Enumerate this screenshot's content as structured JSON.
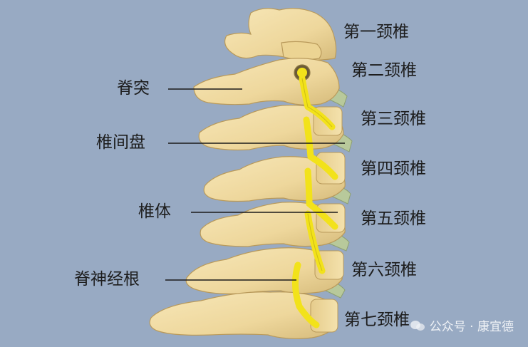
{
  "labels": {
    "left": {
      "spinous_process": "脊突",
      "intervertebral_disc": "椎间盘",
      "vertebral_body": "椎体",
      "spinal_nerve_root": "脊神经根"
    },
    "right": {
      "c1": "第一颈椎",
      "c2": "第二颈椎",
      "c3": "第三颈椎",
      "c4": "第四颈椎",
      "c5": "第五颈椎",
      "c6": "第六颈椎",
      "c7": "第七颈椎"
    }
  },
  "watermark": {
    "text": "公众号 · 康宜德",
    "icon": "wechat-logo-icon"
  },
  "colors": {
    "background": "#98aac3",
    "bone": "#f0dba3",
    "bone_shadow": "#c9ae70",
    "nerve": "#f2e21a",
    "disc": "#b5c79a",
    "leader_line": "#1a1a1a"
  }
}
